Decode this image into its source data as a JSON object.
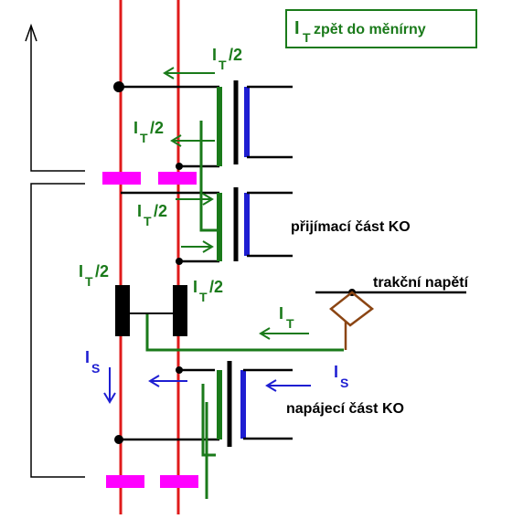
{
  "colors": {
    "rail": "#e01b1b",
    "insulator": "#ff00ff",
    "black": "#000000",
    "green": "#1a7a1a",
    "blue": "#1e1ed2",
    "brown": "#8b4513",
    "legend_border": "#1a7a1a"
  },
  "legend": {
    "letter": "I",
    "sub": "T",
    "text": "zpět do měnírny"
  },
  "labels": {
    "it_half_top": {
      "letter": "I",
      "sub": "T",
      "suffix": "/2"
    },
    "it_half_mid": {
      "letter": "I",
      "sub": "T",
      "suffix": "/2"
    },
    "it_half_low": {
      "letter": "I",
      "sub": "T",
      "suffix": "/2"
    },
    "it_half_left": {
      "letter": "I",
      "sub": "T",
      "suffix": "/2"
    },
    "it_half_right": {
      "letter": "I",
      "sub": "T",
      "suffix": "/2"
    },
    "it_full": {
      "letter": "I",
      "sub": "T"
    },
    "is_left": {
      "letter": "I",
      "sub": "S"
    },
    "is_right": {
      "letter": "I",
      "sub": "S"
    },
    "receiver": "přijímací část KO",
    "traction": "trakční napětí",
    "feeder": "napájecí část KO"
  },
  "icons": {
    "up_arrow": "up-arrow-icon",
    "down_arrow": "down-arrow-icon",
    "left_arrow": "left-arrow-icon",
    "right_arrow": "right-arrow-icon"
  }
}
